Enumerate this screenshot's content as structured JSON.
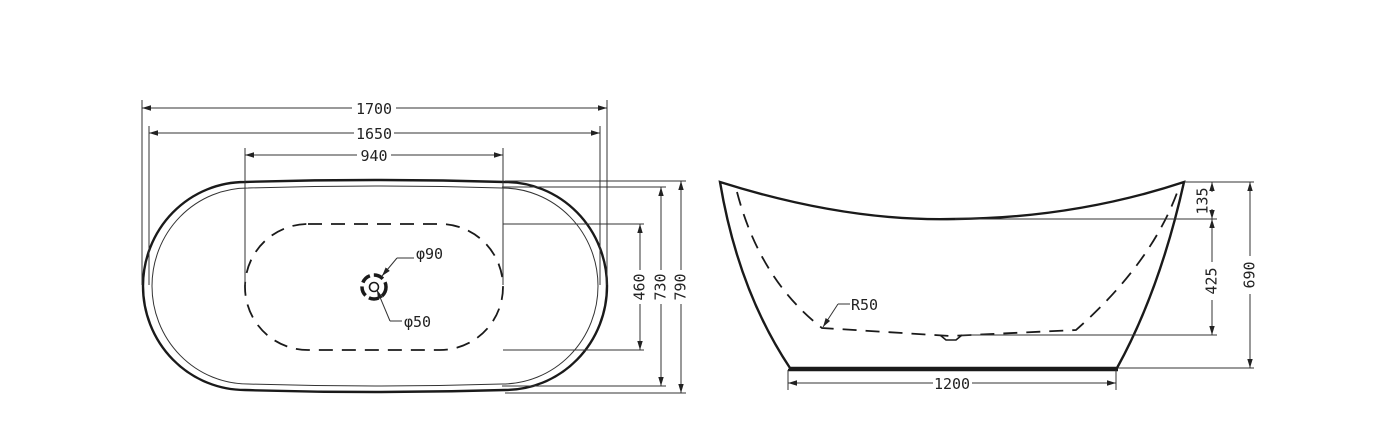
{
  "top_view": {
    "overall_length": "1700",
    "inner_length": "1650",
    "basin_length": "940",
    "drain_outer": "φ90",
    "drain_inner": "φ50",
    "basin_width": "460",
    "inner_width": "730",
    "overall_width": "790"
  },
  "side_view": {
    "base_length": "1200",
    "rim_drop": "135",
    "inner_depth": "425",
    "overall_height": "690",
    "bottom_radius": "R50"
  },
  "colors": {
    "line": "#1a1a1a",
    "background": "#ffffff"
  }
}
